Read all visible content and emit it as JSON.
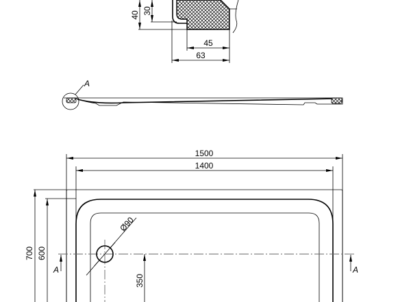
{
  "detail": {
    "dim_40": "40",
    "dim_30": "30",
    "dim_45": "45",
    "dim_63": "63"
  },
  "side_view": {
    "detail_label": "A"
  },
  "plan": {
    "dim_width_outer": "1500",
    "dim_width_inner": "1400",
    "dim_height_outer": "700",
    "dim_height_inner": "600",
    "dim_drain_offset": "350",
    "dim_drain_diameter": "Ø90",
    "section_label_left": "A",
    "section_label_right": "A"
  }
}
